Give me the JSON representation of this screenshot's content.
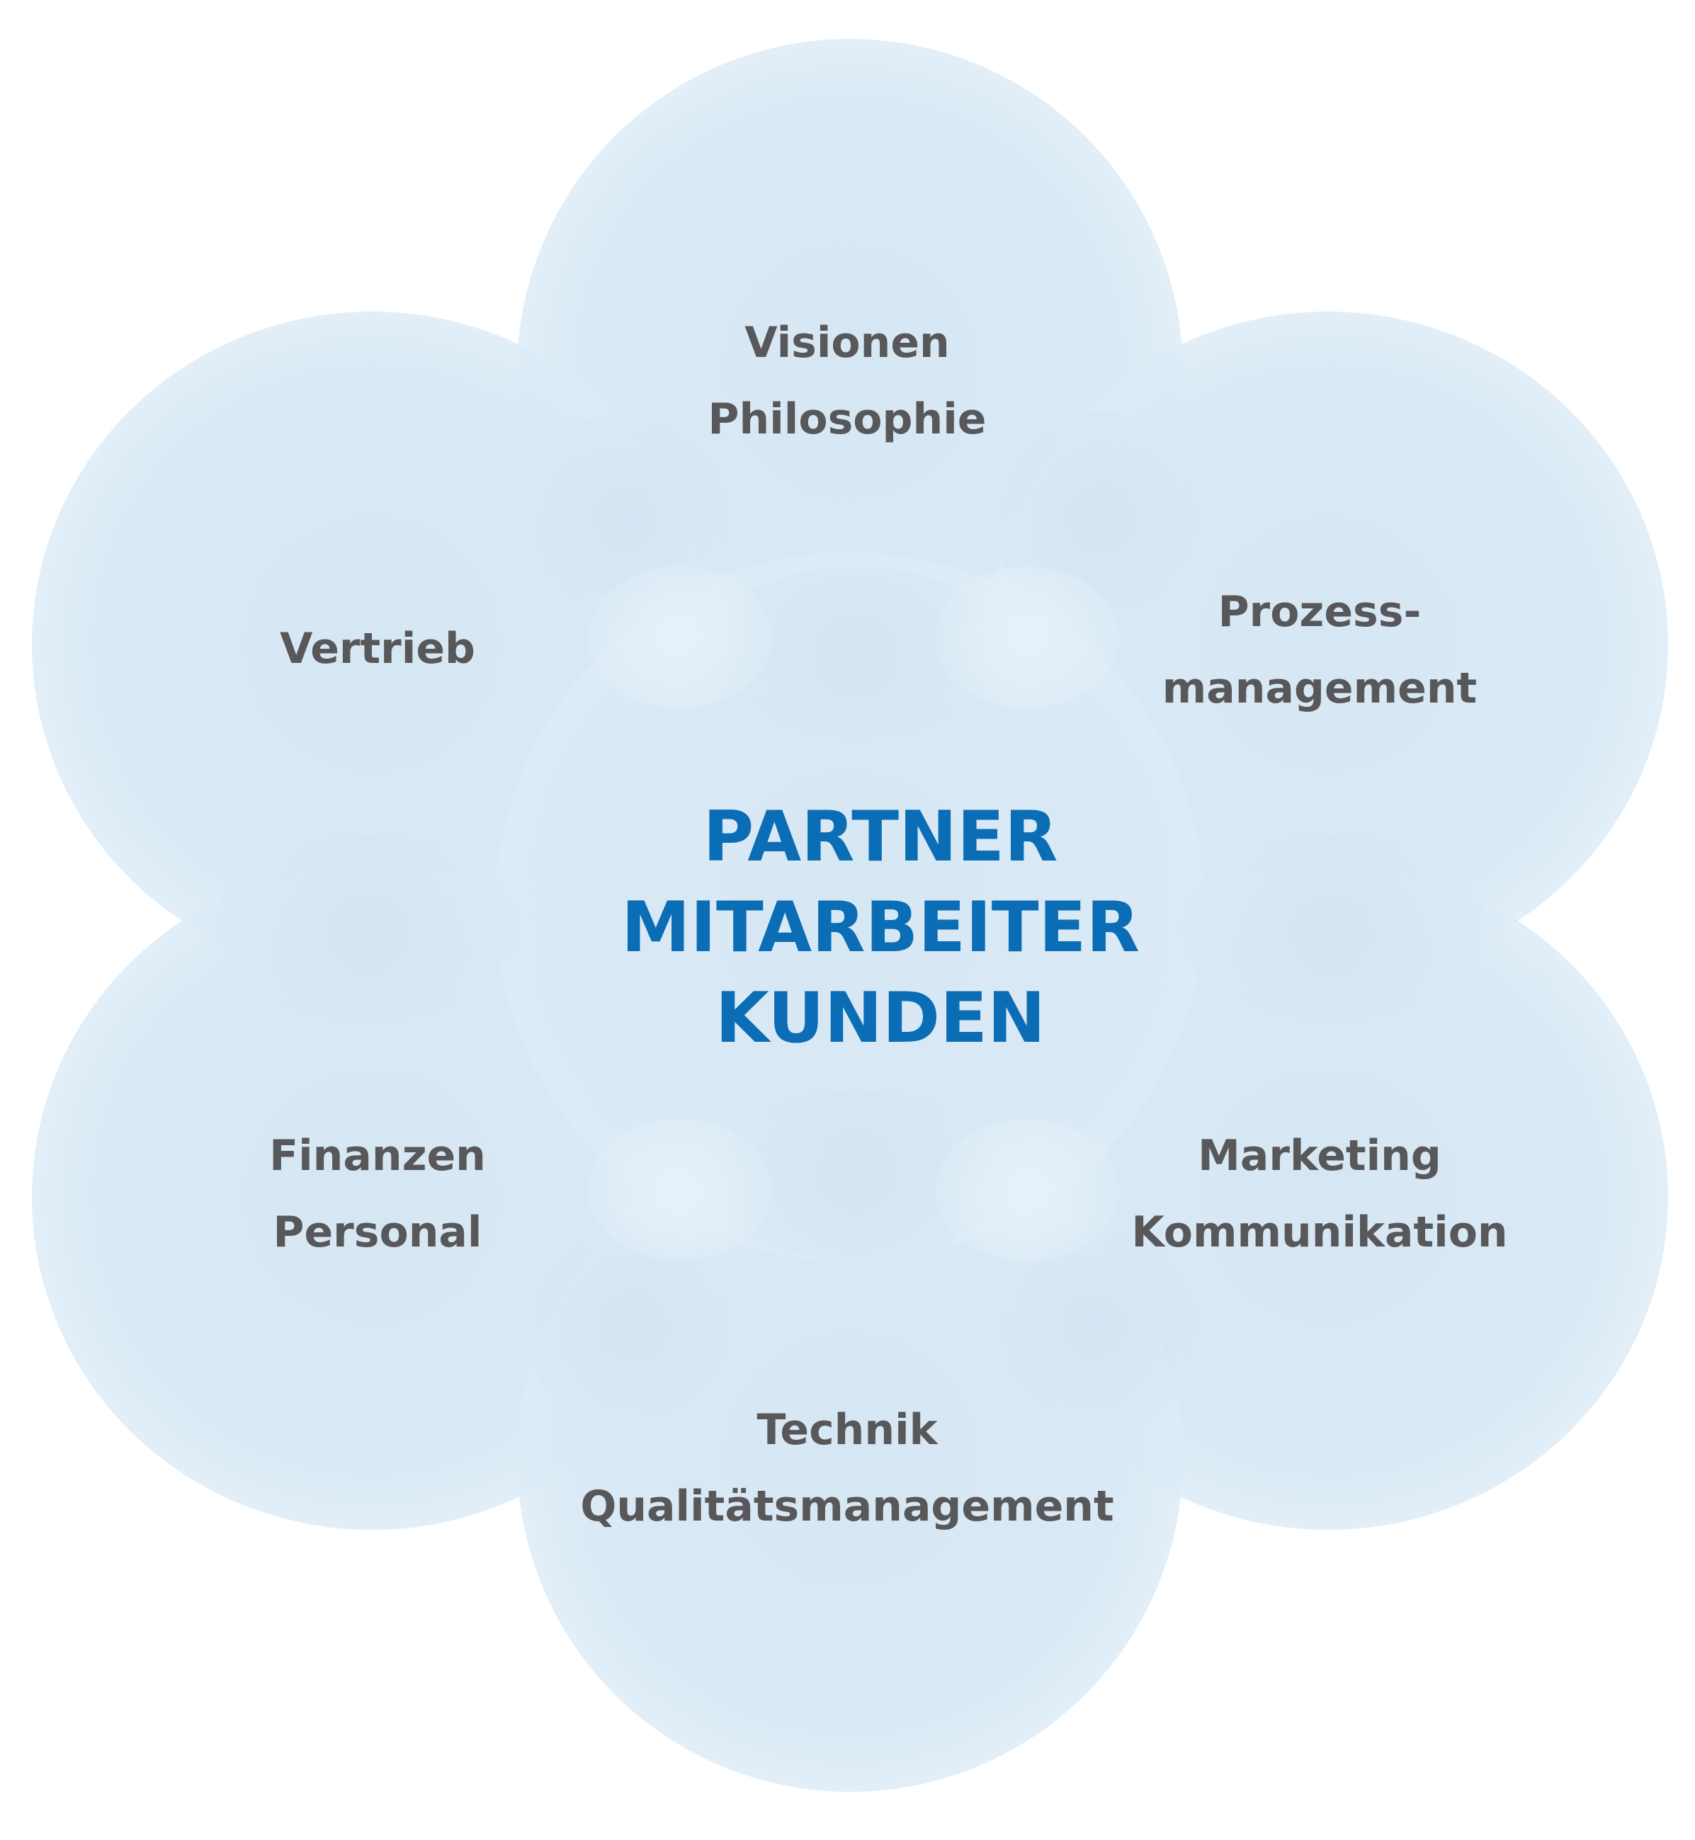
{
  "diagram": {
    "center_lines": [
      "PARTNER",
      "MITARBEITER",
      "KUNDEN"
    ],
    "petals": [
      {
        "id": "top",
        "lines": [
          "Visionen",
          "Philosophie"
        ]
      },
      {
        "id": "upper-left",
        "lines": [
          "Vertrieb"
        ]
      },
      {
        "id": "upper-right",
        "lines": [
          "Prozess-",
          "management"
        ]
      },
      {
        "id": "lower-left",
        "lines": [
          "Finanzen",
          "Personal"
        ]
      },
      {
        "id": "lower-right",
        "lines": [
          "Marketing",
          "Kommunikation"
        ]
      },
      {
        "id": "bottom",
        "lines": [
          "Technik",
          "Qualitätsmanagement"
        ]
      }
    ],
    "colors": {
      "center_text": "#0b6db5",
      "petal_text": "#58585a",
      "petal_fill": "#d9e9f5"
    }
  }
}
